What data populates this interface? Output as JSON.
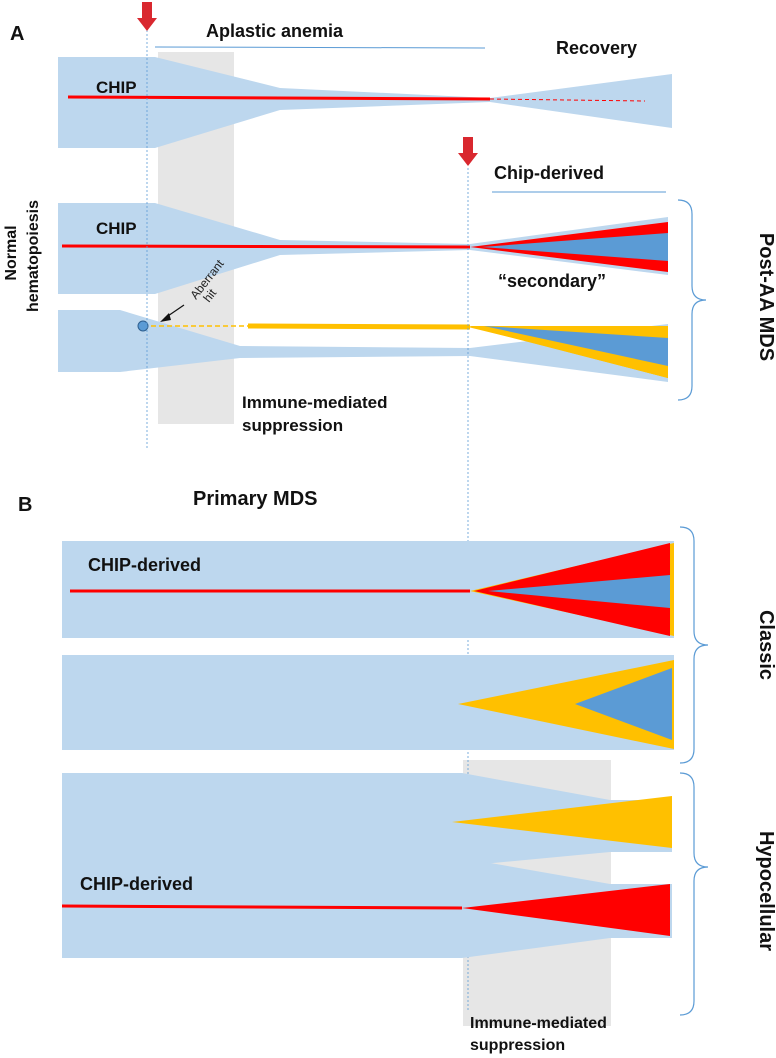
{
  "panels": {
    "a_label": "A",
    "b_label": "B"
  },
  "panel_a": {
    "aplastic_anemia": "Aplastic anemia",
    "recovery": "Recovery",
    "chip_top": "CHIP",
    "chip_mid": "CHIP",
    "chip_derived": "Chip-derived",
    "secondary": "“secondary”",
    "aberrant": "Aberrant",
    "hit": "hit",
    "normal": "Normal",
    "hematopoiesis": "hematopoiesis",
    "immune_line1": "Immune-mediated",
    "immune_line2": "suppression",
    "post_aa_mds": "Post-AA MDS"
  },
  "panel_b": {
    "primary_mds": "Primary MDS",
    "chip_derived_1": "CHIP-derived",
    "chip_derived_2": "CHIP-derived",
    "classic": "Classic",
    "hypocellular": "Hypocellular",
    "immune_line1": "Immune-mediated",
    "immune_line2": "suppression"
  },
  "colors": {
    "normal": "#bdd7ee",
    "clone_blue": "#5b9bd5",
    "chip_red": "#ff0000",
    "aberrant_yellow": "#ffc000",
    "suppression_gray": "#e6e6e6",
    "arrow": "#d9282f"
  }
}
